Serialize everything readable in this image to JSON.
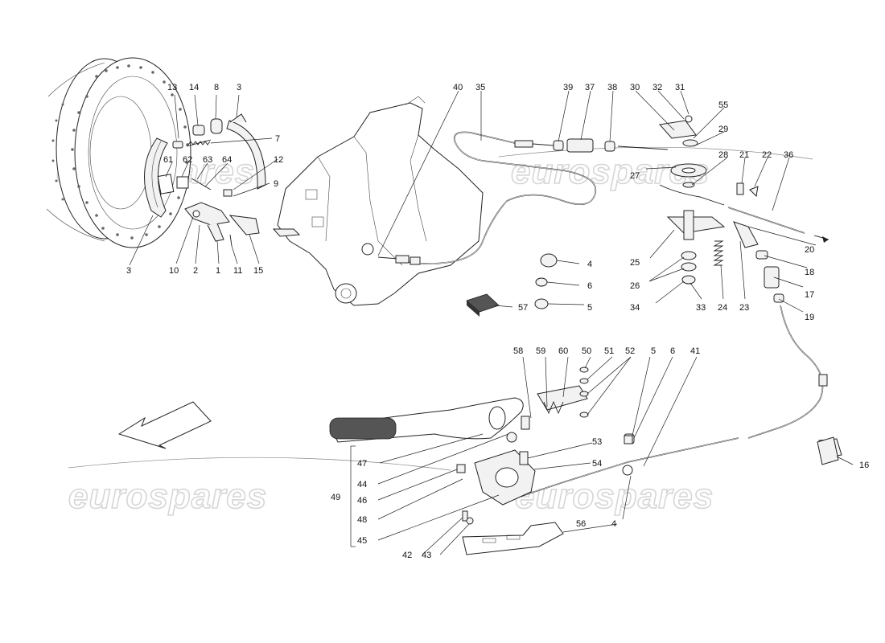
{
  "watermark": "eurospares",
  "callouts": {
    "c1": "1",
    "c2": "2",
    "c3a": "3",
    "c3b": "3",
    "c4a": "4",
    "c4b": "4",
    "c5a": "5",
    "c5b": "5",
    "c6a": "6",
    "c6b": "6",
    "c7": "7",
    "c8": "8",
    "c9": "9",
    "c10": "10",
    "c11": "11",
    "c12": "12",
    "c13": "13",
    "c14": "14",
    "c15": "15",
    "c16": "16",
    "c17": "17",
    "c18": "18",
    "c19": "19",
    "c20": "20",
    "c21": "21",
    "c22": "22",
    "c23": "23",
    "c24": "24",
    "c25": "25",
    "c26": "26",
    "c27": "27",
    "c28": "28",
    "c29": "29",
    "c30": "30",
    "c31": "31",
    "c32": "32",
    "c33": "33",
    "c34": "34",
    "c35": "35",
    "c36": "36",
    "c37": "37",
    "c38": "38",
    "c39": "39",
    "c40": "40",
    "c41": "41",
    "c42": "42",
    "c43": "43",
    "c44": "44",
    "c45": "45",
    "c46": "46",
    "c47": "47",
    "c48": "48",
    "c49": "49",
    "c50": "50",
    "c51": "51",
    "c52": "52",
    "c53": "53",
    "c54": "54",
    "c55": "55",
    "c56": "56",
    "c57": "57",
    "c58": "58",
    "c59": "59",
    "c60": "60",
    "c61": "61",
    "c62": "62",
    "c63": "63",
    "c64": "64"
  }
}
